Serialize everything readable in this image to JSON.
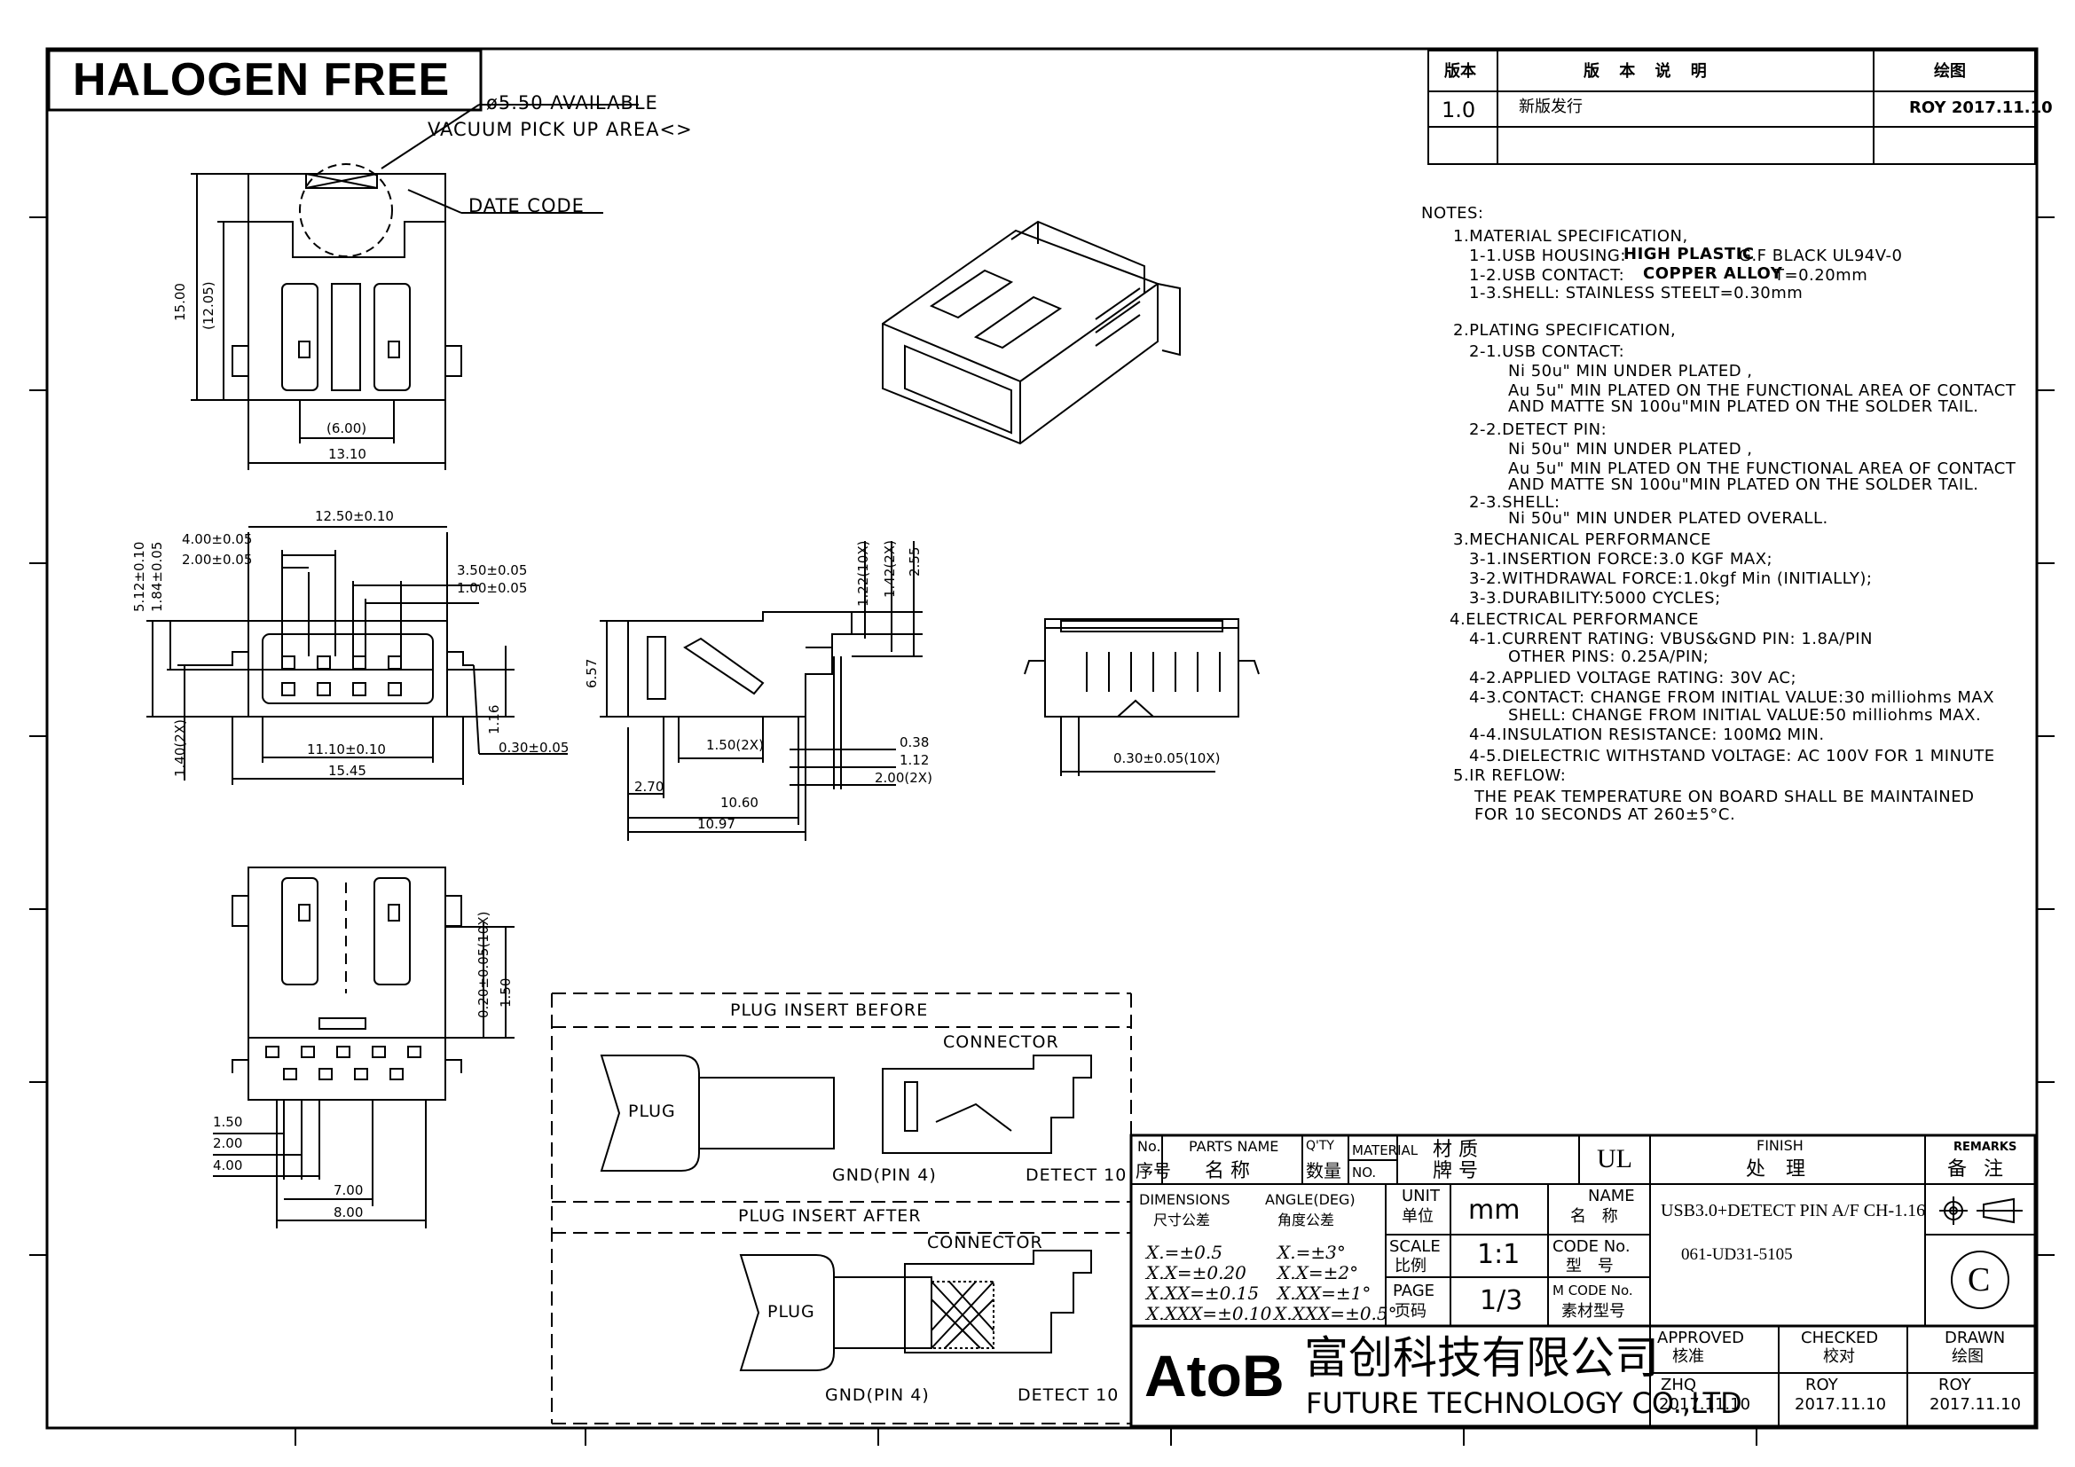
{
  "header": {
    "halogen_free": "HALOGEN FREE",
    "vacuum_line1": "ø5.50 AVAILABLE",
    "vacuum_line2": "VACUUM PICK UP AREA<>",
    "date_code": "DATE CODE"
  },
  "revision_table": {
    "col_version": "版本",
    "col_description": "版 本 说 明",
    "col_drawn": "绘图",
    "rows": [
      {
        "version": "1.0",
        "description": "新版发行",
        "drawn": "ROY 2017.11.10"
      }
    ]
  },
  "notes": {
    "heading": "NOTES:",
    "lines": [
      "1.MATERIAL SPECIFICATION,",
      "1-1.USB HOUSING:",
      "HIGH PLASTIC",
      "G.F BLACK UL94V-0",
      "1-2.USB CONTACT:",
      "COPPER ALLOY",
      "T=0.20mm",
      "1-3.SHELL: STAINLESS STEELT=0.30mm",
      "2.PLATING SPECIFICATION,",
      "2-1.USB CONTACT:",
      "Ni 50u\" MIN UNDER PLATED ,",
      "Au 5u\" MIN PLATED ON THE FUNCTIONAL AREA OF CONTACT",
      "AND MATTE SN 100u\"MIN PLATED ON THE SOLDER TAIL.",
      "2-2.DETECT  PIN:",
      "Ni 50u\" MIN UNDER PLATED ,",
      "Au 5u\" MIN PLATED ON THE FUNCTIONAL AREA OF CONTACT",
      "AND MATTE SN 100u\"MIN PLATED ON THE SOLDER TAIL.",
      "2-3.SHELL:",
      "Ni 50u\" MIN UNDER PLATED OVERALL.",
      "3.MECHANICAL PERFORMANCE",
      "3-1.INSERTION FORCE:3.0 KGF MAX;",
      "3-2.WITHDRAWAL FORCE:1.0kgf Min (INITIALLY);",
      "3-3.DURABILITY:5000 CYCLES;",
      "4.ELECTRICAL PERFORMANCE",
      "4-1.CURRENT RATING: VBUS&GND PIN: 1.8A/PIN",
      "OTHER PINS: 0.25A/PIN;",
      "4-2.APPLIED VOLTAGE RATING: 30V AC;",
      "4-3.CONTACT: CHANGE FROM INITIAL VALUE:30 milliohms MAX",
      "SHELL: CHANGE FROM INITIAL VALUE:50 milliohms MAX.",
      "4-4.INSULATION RESISTANCE: 100MΩ MIN.",
      "4-5.DIELECTRIC WITHSTAND VOLTAGE:  AC 100V FOR 1 MINUTE",
      "5.IR REFLOW:",
      "THE PEAK TEMPERATURE ON BOARD SHALL BE MAINTAINED",
      "FOR 10 SECONDS AT 260±5°C."
    ]
  },
  "dimensions": {
    "d15_00": "15.00",
    "d12_05": "(12.05)",
    "d6_00": "(6.00)",
    "d13_10": "13.10",
    "d12_50": "12.50±0.10",
    "d4_00": "4.00±0.05",
    "d2_00": "2.00±0.05",
    "d3_50": "3.50±0.05",
    "d1_00": "1.00±0.05",
    "d5_12": "5.12±0.10",
    "d1_84": "1.84±0.05",
    "d1_16": "1.16",
    "d11_10": "11.10±0.10",
    "d0_30": "0.30±0.05",
    "d15_45": "15.45",
    "d1_40": "1.40(2X)",
    "d6_57": "6.57",
    "d1_22": "1.22(10X)",
    "d1_42": "1.42(2X)",
    "d2_55": "2.55",
    "d1_50_2x": "1.50(2X)",
    "d0_38": "0.38",
    "d1_12": "1.12",
    "d2_00_2x": "2.00(2X)",
    "d2_70": "2.70",
    "d10_60": "10.60",
    "d10_97": "10.97",
    "d0_30_10x": "0.30±0.05(10X)",
    "d0_20_10x": "0.20±0.05(10X)",
    "d1_50_v": "1.50",
    "d1_50": "1.50",
    "d2_00b": "2.00",
    "d4_00b": "4.00",
    "d7_00": "7.00",
    "d8_00": "8.00"
  },
  "plug_diagram": {
    "before": "PLUG INSERT BEFORE",
    "after": "PLUG INSERT AFTER",
    "connector": "CONNECTOR",
    "plug": "PLUG",
    "gnd": "GND(PIN 4)",
    "detect": "DETECT 10"
  },
  "title_block": {
    "no_en": "No.",
    "no_cn": "序号",
    "parts_en": "PARTS NAME",
    "parts_cn": "名 称",
    "qty_en": "Q'TY",
    "qty_cn": "数量",
    "material_en": "MATERIAL",
    "material_no": "NO.",
    "material_cn1": "材 质",
    "material_cn2": "牌 号",
    "material_val": "UL",
    "finish_en": "FINISH",
    "finish_cn": "处 理",
    "remarks_en": "REMARKS",
    "remarks_cn": "备 注",
    "dimensions_en": "DIMENSIONS",
    "dimensions_cn": "尺寸公差",
    "angle_en": "ANGLE(DEG)",
    "angle_cn": "角度公差",
    "tol_lin": [
      "X.=±0.5",
      "X.X=±0.20",
      "X.XX=±0.15",
      "X.XXX=±0.10"
    ],
    "tol_ang": [
      "X.=±3°",
      "X.X=±2°",
      "X.XX=±1°",
      "X.XXX=±0.5°"
    ],
    "unit_en": "UNIT",
    "unit_cn": "单位",
    "unit_val": "mm",
    "name_en": "NAME",
    "name_cn": "名 称",
    "name_val": "USB3.0+DETECT PIN A/F CH-1.16",
    "scale_en": "SCALE",
    "scale_cn": "比例",
    "scale_val": "1:1",
    "code_en": "CODE No.",
    "code_cn": "型 号",
    "code_val": "061-UD31-5105",
    "page_en": "PAGE",
    "page_cn": "页码",
    "page_val": "1/3",
    "mcode_en": "M CODE No.",
    "mcode_cn": "素材型号",
    "logo": "AtoB",
    "company_cn": "富创科技有限公司",
    "company_en": "FUTURE TECHNOLOGY CO.,LTD",
    "approved_en": "APPROVED",
    "approved_cn": "核准",
    "approved_by": "ZHQ",
    "approved_date": "2017.11.10",
    "checked_en": "CHECKED",
    "checked_cn": "校对",
    "checked_by": "ROY",
    "checked_date": "2017.11.10",
    "drawn_en": "DRAWN",
    "drawn_cn": "绘图",
    "drawn_by": "ROY",
    "drawn_date": "2017.11.10",
    "circle_c": "C"
  }
}
